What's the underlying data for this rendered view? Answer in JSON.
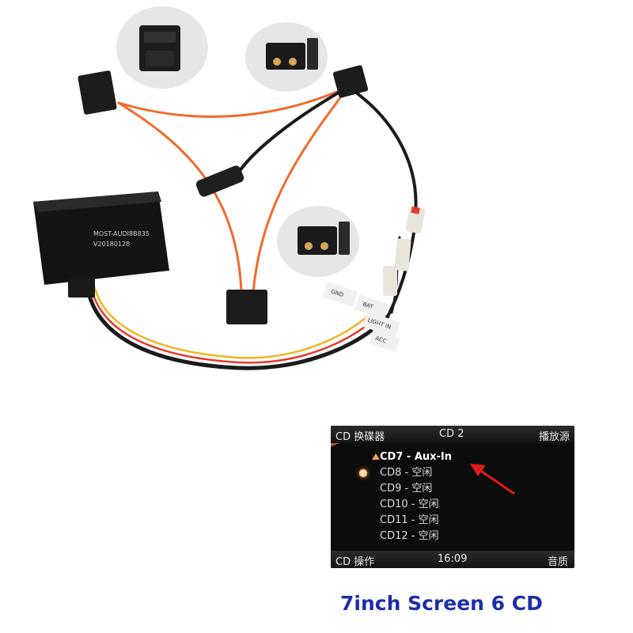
{
  "product": {
    "module_label_line1": "MOST-AUDI8B835",
    "module_label_line2": "V20180128",
    "wire_tags": [
      "GND",
      "BAT",
      "LIGHT IN",
      "ACC"
    ]
  },
  "display": {
    "header_left": "CD 换碟器",
    "header_center": "CD 2",
    "header_right": "播放源",
    "items": [
      {
        "label": "CD7 - Aux-In",
        "selected": true
      },
      {
        "label": "CD8 - 空闲",
        "selected": false
      },
      {
        "label": "CD9 - 空闲",
        "selected": false
      },
      {
        "label": "CD10 - 空闲",
        "selected": false
      },
      {
        "label": "CD11 - 空闲",
        "selected": false
      },
      {
        "label": "CD12 - 空闲",
        "selected": false
      }
    ],
    "footer_left": "CD 操作",
    "footer_center": "16:09",
    "footer_right": "音质",
    "accent_color": "#c8601e",
    "arrow_color": "#e01a1a"
  },
  "caption": "7inch Screen 6 CD"
}
